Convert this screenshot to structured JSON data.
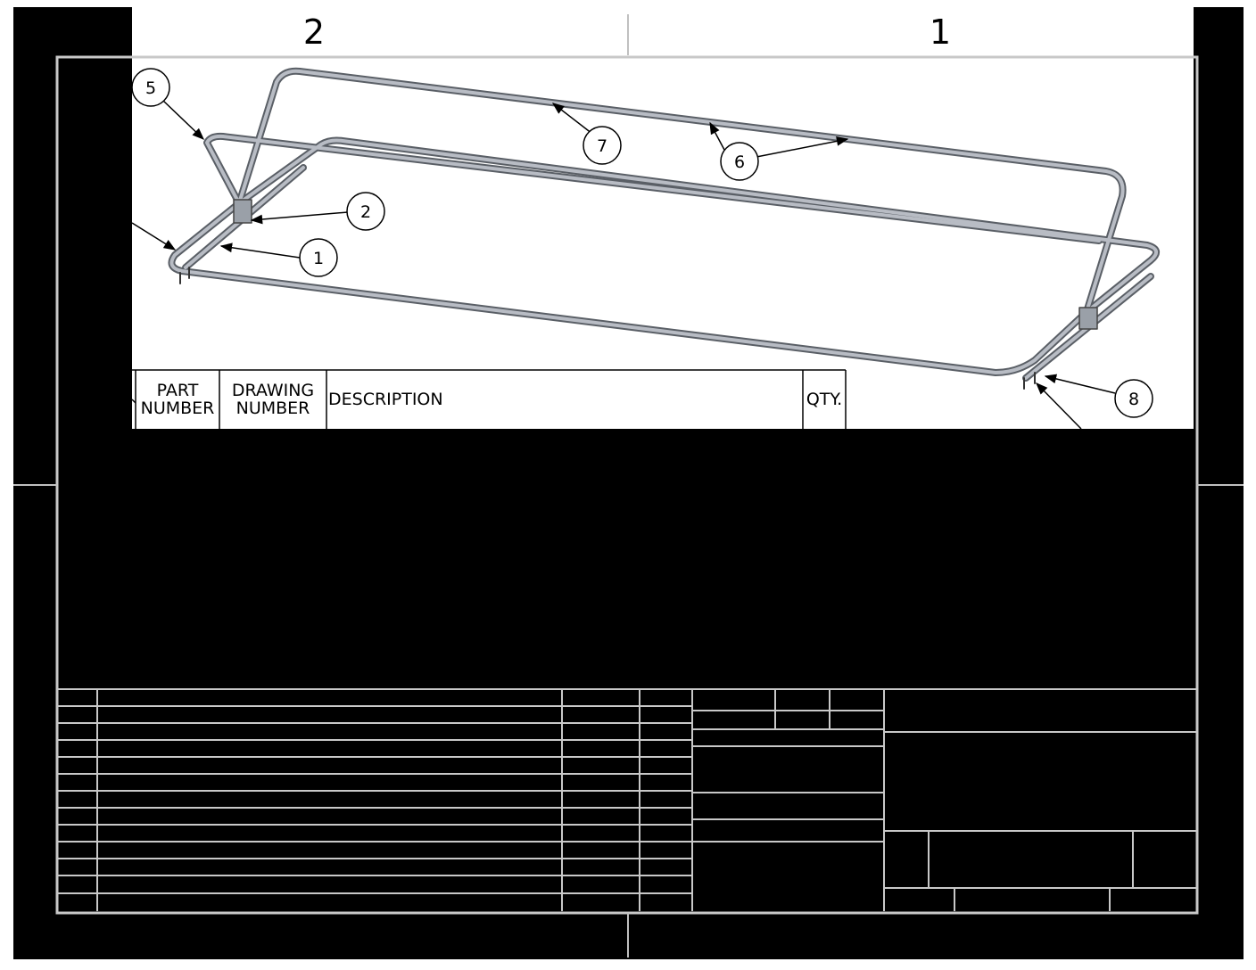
{
  "drawing": {
    "zone_labels": [
      "2",
      "1"
    ],
    "balloons": [
      "5",
      "7",
      "6",
      "2",
      "1",
      "8"
    ],
    "bom": {
      "headers": {
        "part_number": "PART\nNUMBER",
        "drawing_number": "DRAWING\nNUMBER",
        "description": "DESCRIPTION",
        "qty": "QTY."
      }
    }
  },
  "colors": {
    "border": "#000000",
    "frame_line": "#c0c0c0",
    "tube": "#8a8f99",
    "paper": "#ffffff"
  }
}
